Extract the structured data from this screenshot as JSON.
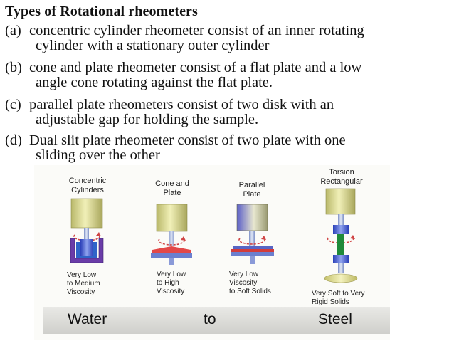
{
  "title": "Types of Rotational rheometers",
  "items": [
    {
      "label": "(a)",
      "line1": "concentric cylinder rheometer  consist of an inner rotating",
      "line2": "cylinder with a stationary outer cylinder"
    },
    {
      "label": "(b)",
      "line1": "cone and plate rheometer consist of a flat plate and a low",
      "line2": "angle cone rotating against the flat plate."
    },
    {
      "label": "(c)",
      "line1": "parallel plate rheometers  consist of two disk with an",
      "line2": "adjustable gap for holding the sample."
    },
    {
      "label": "(d)",
      "line1": "Dual slit plate rheometer consist of two plate with one",
      "line2": "sliding over the other"
    }
  ],
  "diagram": {
    "types": [
      {
        "name_line1": "Concentric",
        "name_line2": "Cylinders",
        "vis_line1": "Very Low",
        "vis_line2": "to Medium",
        "vis_line3": "Viscosity"
      },
      {
        "name_line1": "Cone and",
        "name_line2": "Plate",
        "vis_line1": "Very Low",
        "vis_line2": "to High",
        "vis_line3": "Viscosity"
      },
      {
        "name_line1": "Parallel",
        "name_line2": "Plate",
        "vis_line1": "Very Low",
        "vis_line2": "Viscosity",
        "vis_line3": "to Soft Solids"
      },
      {
        "name_line1": "Torsion",
        "name_line2": "Rectangular",
        "vis_line1": "Very Soft to Very",
        "vis_line2": "Rigid Solids",
        "vis_line3": ""
      }
    ],
    "scale": {
      "left": "Water",
      "middle": "to",
      "right": "Steel"
    }
  }
}
